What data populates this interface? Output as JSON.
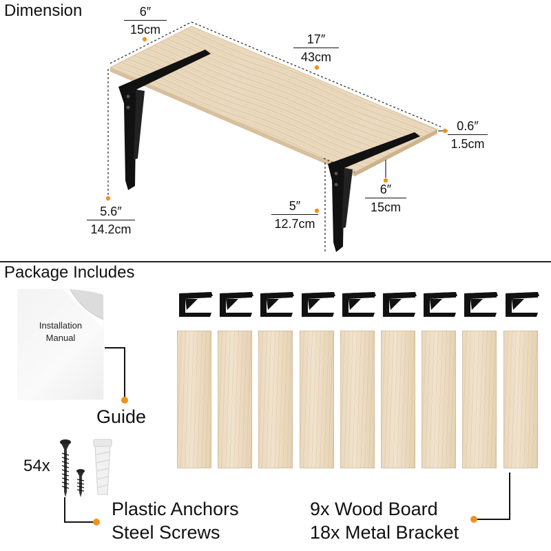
{
  "sections": {
    "dimension_title": "Dimension",
    "package_title": "Package Includes"
  },
  "dimensions": {
    "shelf_depth": {
      "imperial": "6″",
      "metric": "15cm"
    },
    "shelf_length": {
      "imperial": "17″",
      "metric": "43cm"
    },
    "shelf_thickness": {
      "imperial": "0.6″",
      "metric": "1.5cm"
    },
    "bracket_arm": {
      "imperial": "6″",
      "metric": "15cm"
    },
    "bracket_height": {
      "imperial": "5″",
      "metric": "12.7cm"
    },
    "total_height": {
      "imperial": "5.6″",
      "metric": "14.2cm"
    }
  },
  "package": {
    "manual_text_line1": "Installation",
    "manual_text_line2": "Manual",
    "manual_label": "Guide",
    "hardware_count": "54x",
    "hardware_line1": "Plastic Anchors",
    "hardware_line2": "Steel Screws",
    "boards_line1": "9x Wood Board",
    "boards_line2": "18x Metal Bracket",
    "board_count": 9
  },
  "colors": {
    "accent": "#f0921c",
    "wood": "#ead8bd",
    "bracket": "#111111"
  }
}
